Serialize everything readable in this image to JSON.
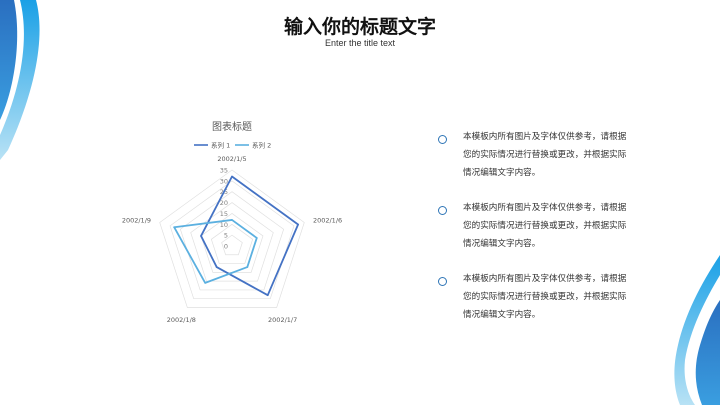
{
  "header": {
    "title": "输入你的标题文字",
    "subtitle": "Enter the title text"
  },
  "chart_data": {
    "type": "radar",
    "title": "图表标题",
    "categories": [
      "2002/1/5",
      "2002/1/6",
      "2002/1/7",
      "2002/1/8",
      "2002/1/9"
    ],
    "series": [
      {
        "name": "系列 1",
        "values": [
          32,
          32,
          28,
          12,
          15
        ],
        "color": "#4472c4"
      },
      {
        "name": "系列 2",
        "values": [
          12,
          12,
          12,
          21,
          28
        ],
        "color": "#5bb0e0"
      }
    ],
    "ticks": [
      "0",
      "5",
      "10",
      "15",
      "20",
      "25",
      "30",
      "35"
    ],
    "range": [
      0,
      35
    ],
    "grid": true,
    "legend": "top"
  },
  "items": [
    {
      "text": "本模板内所有图片及字体仅供参考，请根据您的实际情况进行替换或更改，并根据实际情况编辑文字内容。"
    },
    {
      "text": "本模板内所有图片及字体仅供参考，请根据您的实际情况进行替换或更改，并根据实际情况编辑文字内容。"
    },
    {
      "text": "本模板内所有图片及字体仅供参考，请根据您的实际情况进行替换或更改，并根据实际情况编辑文字内容。"
    }
  ],
  "colors": {
    "accent": "#2e75b6",
    "light": "#9fd6f0"
  }
}
